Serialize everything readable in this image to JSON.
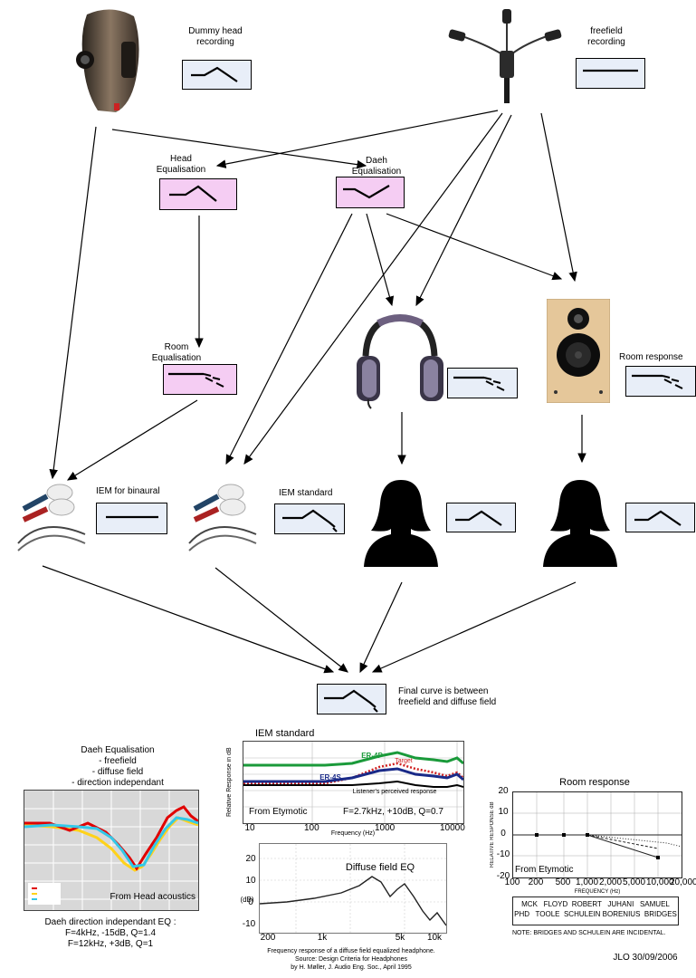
{
  "labels": {
    "dummy_head": "Dummy head\nrecording",
    "freefield": "freefield\nrecording",
    "head_eq": "Head\nEqualisation",
    "daeh_eq": "Daeh\nEqualisation",
    "room_eq": "Room\nEqualisation",
    "room_response": "Room response",
    "iem_binaural": "IEM for binaural",
    "iem_standard": "IEM standard",
    "final_curve": "Final curve is between\nfreefield and diffuse field"
  },
  "panels": {
    "daeh": {
      "title": "Daeh Equalisation\n- freefield\n- diffuse field\n- direction independant",
      "source": "From Head acoustics",
      "caption": "Daeh direction independant EQ :\nF=4kHz, -15dB, Q=1.4\nF=12kHz, +3dB, Q=1",
      "colors": {
        "red": "#e00000",
        "yellow": "#ffd21a",
        "cyan": "#33c8e8"
      }
    },
    "iem": {
      "title": "IEM standard",
      "ylabel": "Relative Response in dB",
      "xlabel": "Frequency (Hz)",
      "xticks": [
        "10",
        "100",
        "1000",
        "10000"
      ],
      "series": [
        "ER-4P",
        "Target",
        "ER-4S",
        "Listener's perceived response"
      ],
      "source": "From Etymotic",
      "params": "F=2.7kHz, +10dB, Q=0.7",
      "colors": {
        "green": "#1a9a3a",
        "red": "#d02020",
        "blue": "#1a2a88",
        "black": "#000000"
      }
    },
    "diffuse": {
      "title": "Diffuse field EQ",
      "ylabel": "(dB)",
      "yticks": [
        "20",
        "10",
        "0",
        "-10"
      ],
      "xticks": [
        "200",
        "1k",
        "5k",
        "10k"
      ],
      "caption": "Frequency response of a diffuse field equalized headphone.\nSource: Design Criteria for Headphones\nby H. Møller, J. Audio Eng. Soc., April 1995"
    },
    "room": {
      "title": "Room response",
      "ylabel": "RELATIVE RESPONSE dB",
      "yticks": [
        "20",
        "10",
        "0",
        "-10",
        "-20"
      ],
      "xticks": [
        "100",
        "200",
        "500",
        "1,000",
        "2,000",
        "5,000",
        "10,000",
        "20,000"
      ],
      "xlabel": "FREQUENCY (Hz)",
      "source": "From Etymotic",
      "legend_top": "MCK   FLOYD  ROBERT   JUHANI   SAMUEL",
      "legend_bottom": "PHD   TOOLE  SCHULEIN BORENIUS  BRIDGES",
      "note": "NOTE: BRIDGES AND SCHULEIN ARE INCIDENTAL."
    }
  },
  "signature": "JLO 30/09/2006"
}
